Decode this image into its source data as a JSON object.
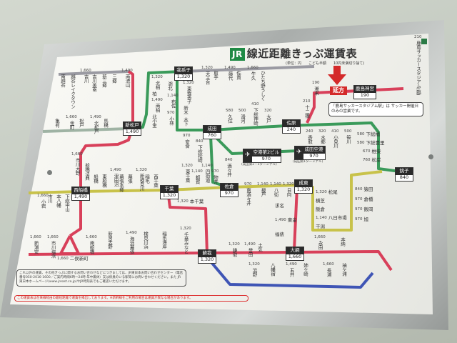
{
  "header": {
    "logo": "JR",
    "title": "線近距離きっぷ運賃表",
    "subtitle": "(単位：円　　こども半額　　10円未満切り捨て)"
  },
  "extension_label": "延方",
  "notice_box": "「鹿島サッカースタジアム駅」は サッカー開催日のみの営業です。",
  "info_box": "これ以外の運賃、その他きっぷに関するお問い合わせなどにつきましては、JR東日本お問い合わせセンター（電話番号050-2016-1600／ご案内時間6時～24時 年中無休）又は係員のいる駅等にお問い合わせください。また JR東日本ホームページ(www.jreast.co.jp)やJR時刻表でもご確認いただけます。",
  "red_notice": "この運賃表は在来線経由の最短距離で運賃を掲出しております。※新幹線をご利用の場合は運賃が異なる場合があります。",
  "colors": {
    "red_line": "#d8405a",
    "green_line": "#3a9a5a",
    "yellow_line": "#c8c24a",
    "blue_line": "#3f55b5",
    "grey_line": "#9a9aa2"
  },
  "major_stations": [
    {
      "name": "新松戸",
      "fare": "1,490"
    },
    {
      "name": "我孫子",
      "fare": "1,320"
    },
    {
      "name": "成田",
      "fare": "760"
    },
    {
      "name": "佐原",
      "fare": "240"
    },
    {
      "name": "銚子",
      "fare": "840"
    },
    {
      "name": "西船橋",
      "fare": "1,490"
    },
    {
      "name": "千葉",
      "fare": "1,320"
    },
    {
      "name": "佐倉",
      "fare": "970"
    },
    {
      "name": "成東",
      "fare": "1,320"
    },
    {
      "name": "蘇我",
      "fare": "1,320"
    },
    {
      "name": "大網",
      "fare": "1,660"
    },
    {
      "name": "鹿島神宮",
      "fare": "190"
    }
  ],
  "airport_stations": [
    {
      "name": "空港第2ビル",
      "fare": "970",
      "note": "(成田第2・3ターミナル)"
    },
    {
      "name": "成田空港",
      "fare": "970",
      "note": "(成田第1ターミナル)"
    }
  ],
  "stations": [
    {
      "name": "南越谷",
      "fare": ""
    },
    {
      "name": "越谷レイクタウン",
      "fare": ""
    },
    {
      "name": "吉川",
      "fare": "1,660"
    },
    {
      "name": "吉川美南",
      "fare": ""
    },
    {
      "name": "新三郷",
      "fare": ""
    },
    {
      "name": "三郷",
      "fare": ""
    },
    {
      "name": "南流山",
      "fare": "1,490"
    },
    {
      "name": "亀有",
      "fare": ""
    },
    {
      "name": "金町",
      "fare": "1,660"
    },
    {
      "name": "松戸",
      "fare": ""
    },
    {
      "name": "北松戸",
      "fare": "1,490"
    },
    {
      "name": "馬橋",
      "fare": ""
    },
    {
      "name": "北柏",
      "fare": "1,320"
    },
    {
      "name": "柏",
      "fare": ""
    },
    {
      "name": "南柏",
      "fare": "1,490"
    },
    {
      "name": "北小金",
      "fare": ""
    },
    {
      "name": "天王台",
      "fare": "1,320"
    },
    {
      "name": "取手",
      "fare": ""
    },
    {
      "name": "藤代",
      "fare": "1,490"
    },
    {
      "name": "佐貫",
      "fare": ""
    },
    {
      "name": "牛久",
      "fare": "1,660"
    },
    {
      "name": "ひたち野うしく",
      "fare": ""
    },
    {
      "name": "東我孫子",
      "fare": "1,320"
    },
    {
      "name": "湖北",
      "fare": ""
    },
    {
      "name": "新木",
      "fare": ""
    },
    {
      "name": "布佐",
      "fare": "1,140"
    },
    {
      "name": "木下",
      "fare": ""
    },
    {
      "name": "小林",
      "fare": "970"
    },
    {
      "name": "安食",
      "fare": "970"
    },
    {
      "name": "下総松崎",
      "fare": "840"
    },
    {
      "name": "久住",
      "fare": "580"
    },
    {
      "name": "滑河",
      "fare": "500"
    },
    {
      "name": "下総神崎",
      "fare": "410"
    },
    {
      "name": "大戸",
      "fare": "320"
    },
    {
      "name": "香取",
      "fare": "240"
    },
    {
      "name": "水郷",
      "fare": "320"
    },
    {
      "name": "小見川",
      "fare": "410"
    },
    {
      "name": "笹川",
      "fare": "500"
    },
    {
      "name": "下総橘",
      "fare": "580"
    },
    {
      "name": "下総豊里",
      "fare": "580"
    },
    {
      "name": "椎柴",
      "fare": "670"
    },
    {
      "name": "松岸",
      "fare": "760"
    },
    {
      "name": "十二橋",
      "fare": "210"
    },
    {
      "name": "潮来",
      "fare": "190"
    },
    {
      "name": "鹿島サッカースタジアム(臨)",
      "fare": "210"
    },
    {
      "name": "酒々井",
      "fare": "840"
    },
    {
      "name": "物井",
      "fare": "970"
    },
    {
      "name": "四街道",
      "fare": "1,140"
    },
    {
      "name": "都賀",
      "fare": "1,140"
    },
    {
      "name": "東千葉",
      "fare": "1,320"
    },
    {
      "name": "西千葉",
      "fare": ""
    },
    {
      "name": "稲毛",
      "fare": ""
    },
    {
      "name": "新検見川",
      "fare": "1,320"
    },
    {
      "name": "幕張",
      "fare": ""
    },
    {
      "name": "幕張本郷",
      "fare": ""
    },
    {
      "name": "津田沼",
      "fare": "1,490"
    },
    {
      "name": "東船橋",
      "fare": ""
    },
    {
      "name": "船橋",
      "fare": ""
    },
    {
      "name": "下総中山",
      "fare": ""
    },
    {
      "name": "本八幡",
      "fare": ""
    },
    {
      "name": "市川",
      "fare": ""
    },
    {
      "name": "小岩",
      "fare": "1,660"
    },
    {
      "name": "南酒々井",
      "fare": "970"
    },
    {
      "name": "榎戸",
      "fare": "1,140"
    },
    {
      "name": "八街",
      "fare": "1,140"
    },
    {
      "name": "日向",
      "fare": "1,320"
    },
    {
      "name": "求名",
      "fare": ""
    },
    {
      "name": "東金",
      "fare": "1,490"
    },
    {
      "name": "福俵",
      "fare": ""
    },
    {
      "name": "松尾",
      "fare": "1,320"
    },
    {
      "name": "横芝",
      "fare": ""
    },
    {
      "name": "飯倉",
      "fare": ""
    },
    {
      "name": "八日市場",
      "fare": "1,140"
    },
    {
      "name": "干潟",
      "fare": ""
    },
    {
      "name": "猿田",
      "fare": "840"
    },
    {
      "name": "倉橋",
      "fare": "970"
    },
    {
      "name": "飯岡",
      "fare": "970"
    },
    {
      "name": "旭",
      "fare": "970"
    },
    {
      "name": "市川大野",
      "fare": "1,660"
    },
    {
      "name": "船橋法典",
      "fare": ""
    },
    {
      "name": "新浦安",
      "fare": "1,660"
    },
    {
      "name": "市川塩浜",
      "fare": "1,660"
    },
    {
      "name": "二俣新町",
      "fare": "1,660"
    },
    {
      "name": "南船橋",
      "fare": "1,660"
    },
    {
      "name": "新習志野",
      "fare": ""
    },
    {
      "name": "海浜幕張",
      "fare": "1,490"
    },
    {
      "name": "検見川浜",
      "fare": ""
    },
    {
      "name": "稲毛海岸",
      "fare": ""
    },
    {
      "name": "千葉みなと",
      "fare": "1,320"
    },
    {
      "name": "本千葉",
      "fare": "1,320"
    },
    {
      "name": "鎌取",
      "fare": "1,320"
    },
    {
      "name": "誉田",
      "fare": "1,490"
    },
    {
      "name": "土気",
      "fare": ""
    },
    {
      "name": "永田",
      "fare": "1,660"
    },
    {
      "name": "本納",
      "fare": ""
    },
    {
      "name": "浜野",
      "fare": "1,320"
    },
    {
      "name": "八幡宿",
      "fare": ""
    },
    {
      "name": "五井",
      "fare": "1,490"
    },
    {
      "name": "姉ケ崎",
      "fare": ""
    },
    {
      "name": "長浦",
      "fare": "1,660"
    },
    {
      "name": "袖ケ浦",
      "fare": ""
    }
  ]
}
